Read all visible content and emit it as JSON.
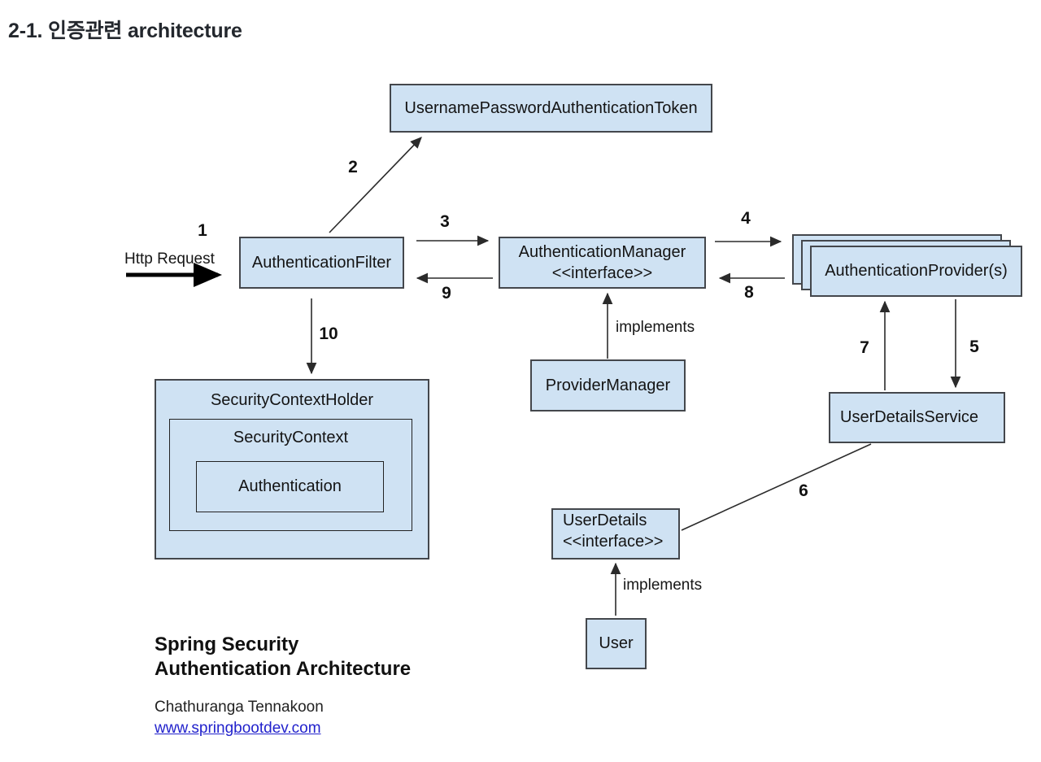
{
  "page_title": "2-1. 인증관련 architecture",
  "diagram": {
    "http_request_label": "Http Request",
    "implements_label": "implements",
    "nodes": {
      "token": "UsernamePasswordAuthenticationToken",
      "filter": "AuthenticationFilter",
      "manager_line1": "AuthenticationManager",
      "manager_line2": "<<interface>>",
      "provider": "AuthenticationProvider(s)",
      "provider_manager": "ProviderManager",
      "holder": "SecurityContextHolder",
      "context": "SecurityContext",
      "authentication": "Authentication",
      "user_details_service": "UserDetailsService",
      "user_details_line1": "UserDetails",
      "user_details_line2": "<<interface>>",
      "user": "User"
    },
    "steps": {
      "s1": "1",
      "s2": "2",
      "s3": "3",
      "s4": "4",
      "s5": "5",
      "s6": "6",
      "s7": "7",
      "s8": "8",
      "s9": "9",
      "s10": "10"
    },
    "colors": {
      "node_fill": "#cfe2f3",
      "node_border": "#44474c",
      "arrow": "#2b2b2b",
      "link": "#2222cc"
    }
  },
  "footer": {
    "title_line1": "Spring Security",
    "title_line2": "Authentication Architecture",
    "author": "Chathuranga Tennakoon",
    "website": "www.springbootdev.com"
  }
}
